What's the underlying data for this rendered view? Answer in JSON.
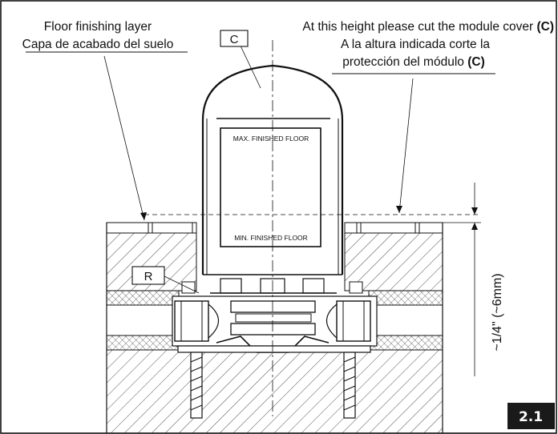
{
  "labels": {
    "floor_en": "Floor finishing layer",
    "floor_es": "Capa de acabado del suelo",
    "cut_en_prefix": "At this height please cut the module cover ",
    "cut_en_ref": "(C)",
    "cut_es_line1": "A la altura indicada corte la",
    "cut_es_line2_prefix": "protección del módulo ",
    "cut_es_ref": "(C)",
    "callout_c": "C",
    "callout_r": "R",
    "max_floor": "MAX. FINISHED FLOOR",
    "min_floor": "MIN. FINISHED FLOOR",
    "dimension": "~1/4\" (~6mm)",
    "figure_number": "2.1"
  },
  "colors": {
    "line": "#111111",
    "badge_bg": "#1a1a1a",
    "badge_text": "#ffffff"
  }
}
